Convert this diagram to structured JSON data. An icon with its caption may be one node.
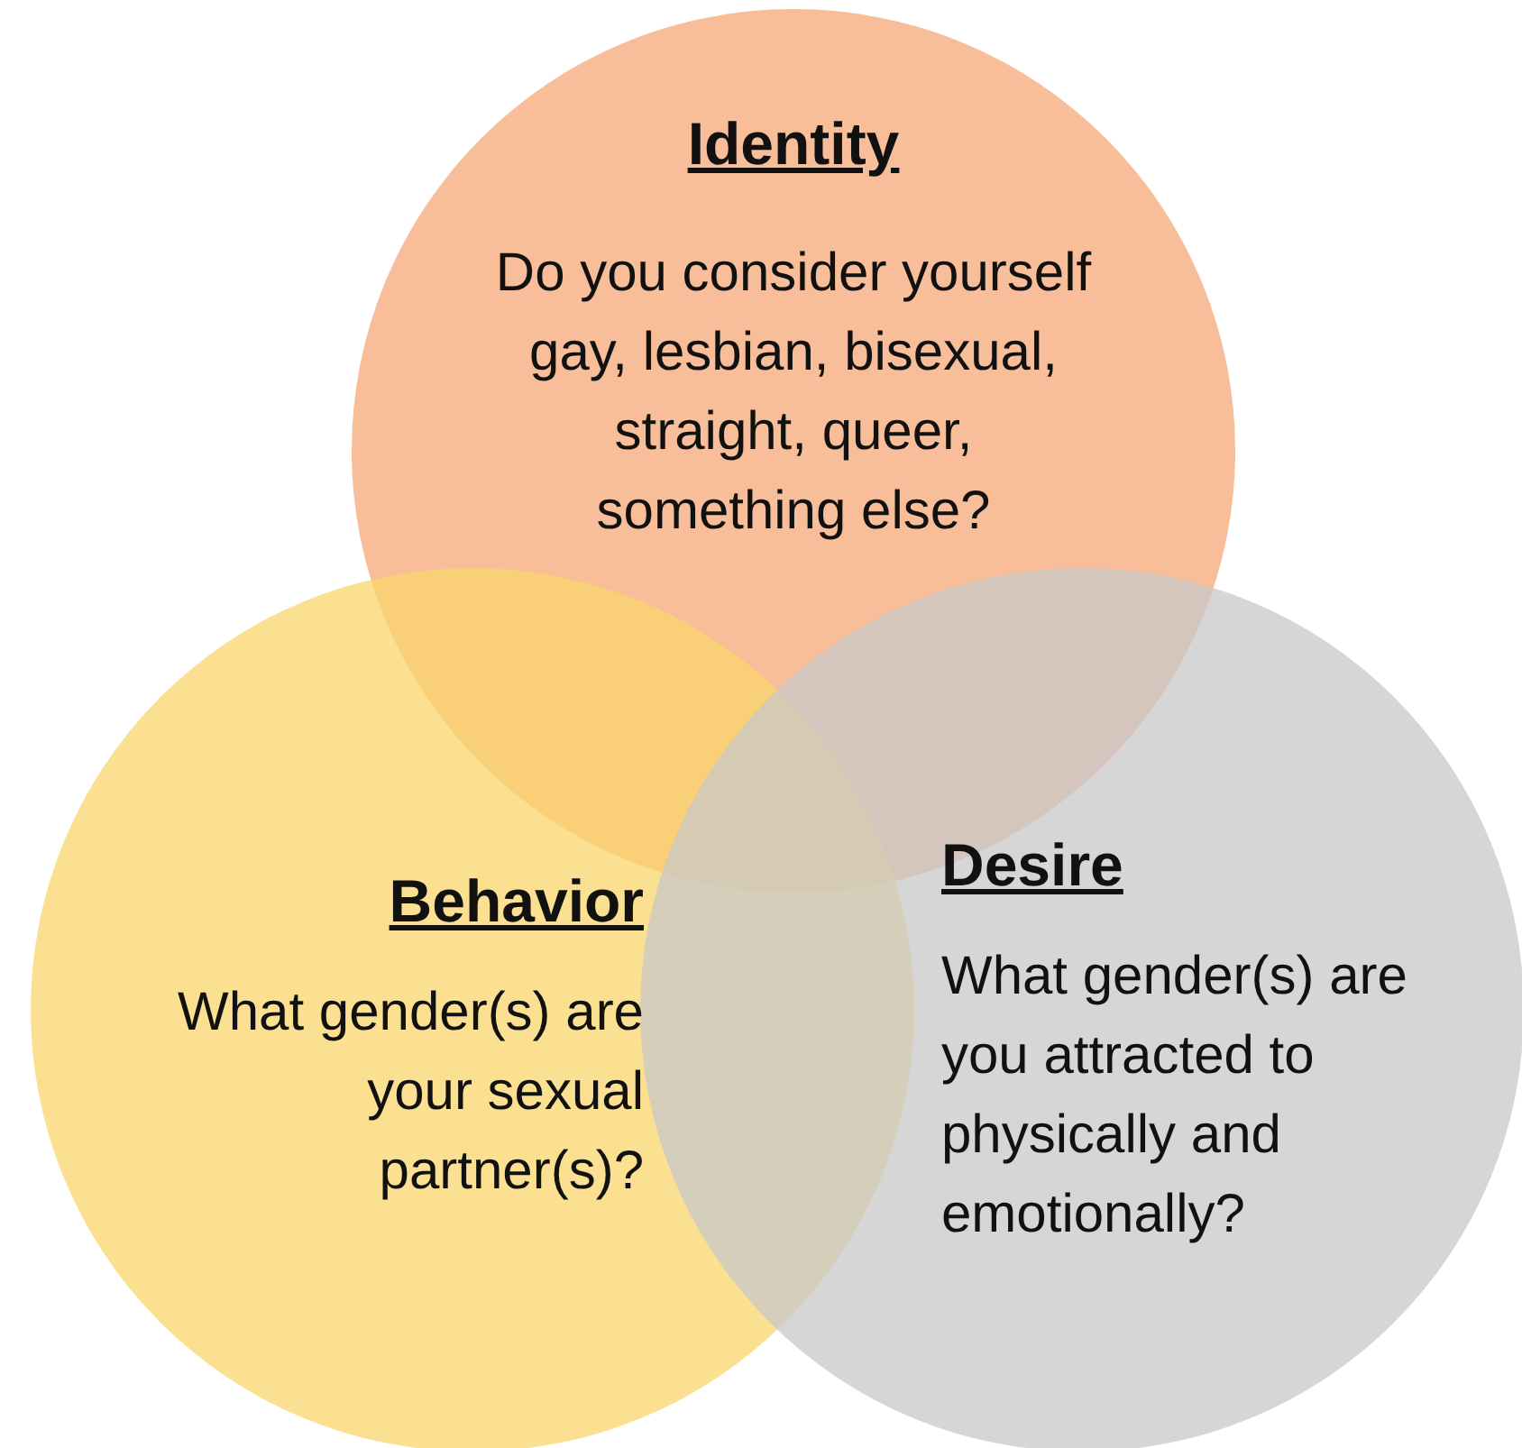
{
  "diagram": {
    "nodes": [
      {
        "text": [
          "Identity",
          "Do you consider yourself gay, lesbian, bisexual, straight, queer, something else?"
        ]
      },
      {
        "text": [
          "Behavior",
          "What gender(s) are your sexual partner(s)?"
        ]
      },
      {
        "text": [
          "Desire",
          "What gender(s) are you attracted to physically and emotionally?"
        ]
      }
    ]
  }
}
